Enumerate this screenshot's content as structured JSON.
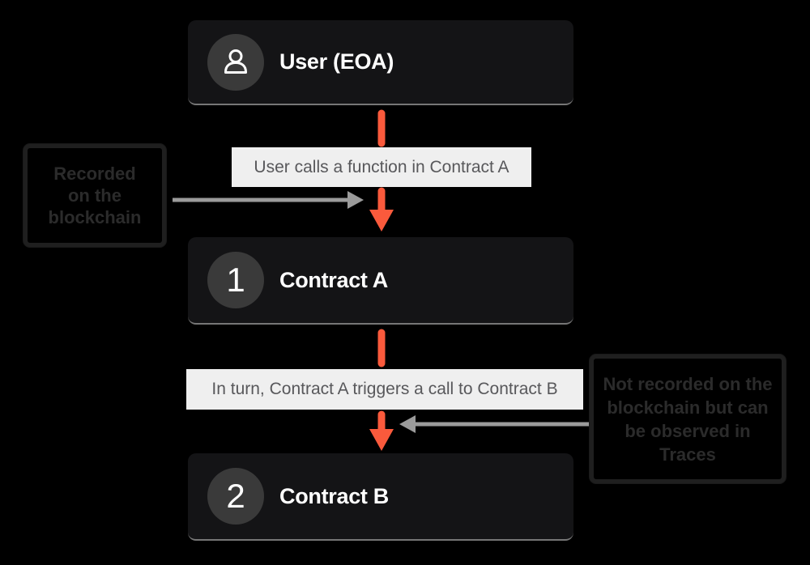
{
  "colors": {
    "bg": "#000000",
    "node_bg": "#141416",
    "node_border_bottom": "#767676",
    "circle_bg": "#3a3a3a",
    "title_color": "#ffffff",
    "accent_orange": "#FA5A3C",
    "arrow_gray": "#9B9B9B",
    "label_bg": "#EFEFEF",
    "label_text": "#58585B",
    "note_border": "#1f1f1f",
    "note_text": "#2B2B2B"
  },
  "icons": {
    "user_badge": "person-icon"
  },
  "nodes": [
    {
      "id": "user",
      "badge": "",
      "title": "User (EOA)"
    },
    {
      "id": "contract-a",
      "badge": "1",
      "title": "Contract A"
    },
    {
      "id": "contract-b",
      "badge": "2",
      "title": "Contract B"
    }
  ],
  "edge_labels": [
    {
      "text": "User calls a function in Contract A"
    },
    {
      "text": "In turn, Contract A triggers a call to Contract B"
    }
  ],
  "notes": [
    {
      "side": "left",
      "text": "Recorded\non the\nblockchain"
    },
    {
      "side": "right",
      "text": "Not recorded on the\nblockchain but can\nbe observed in\nTraces"
    }
  ]
}
